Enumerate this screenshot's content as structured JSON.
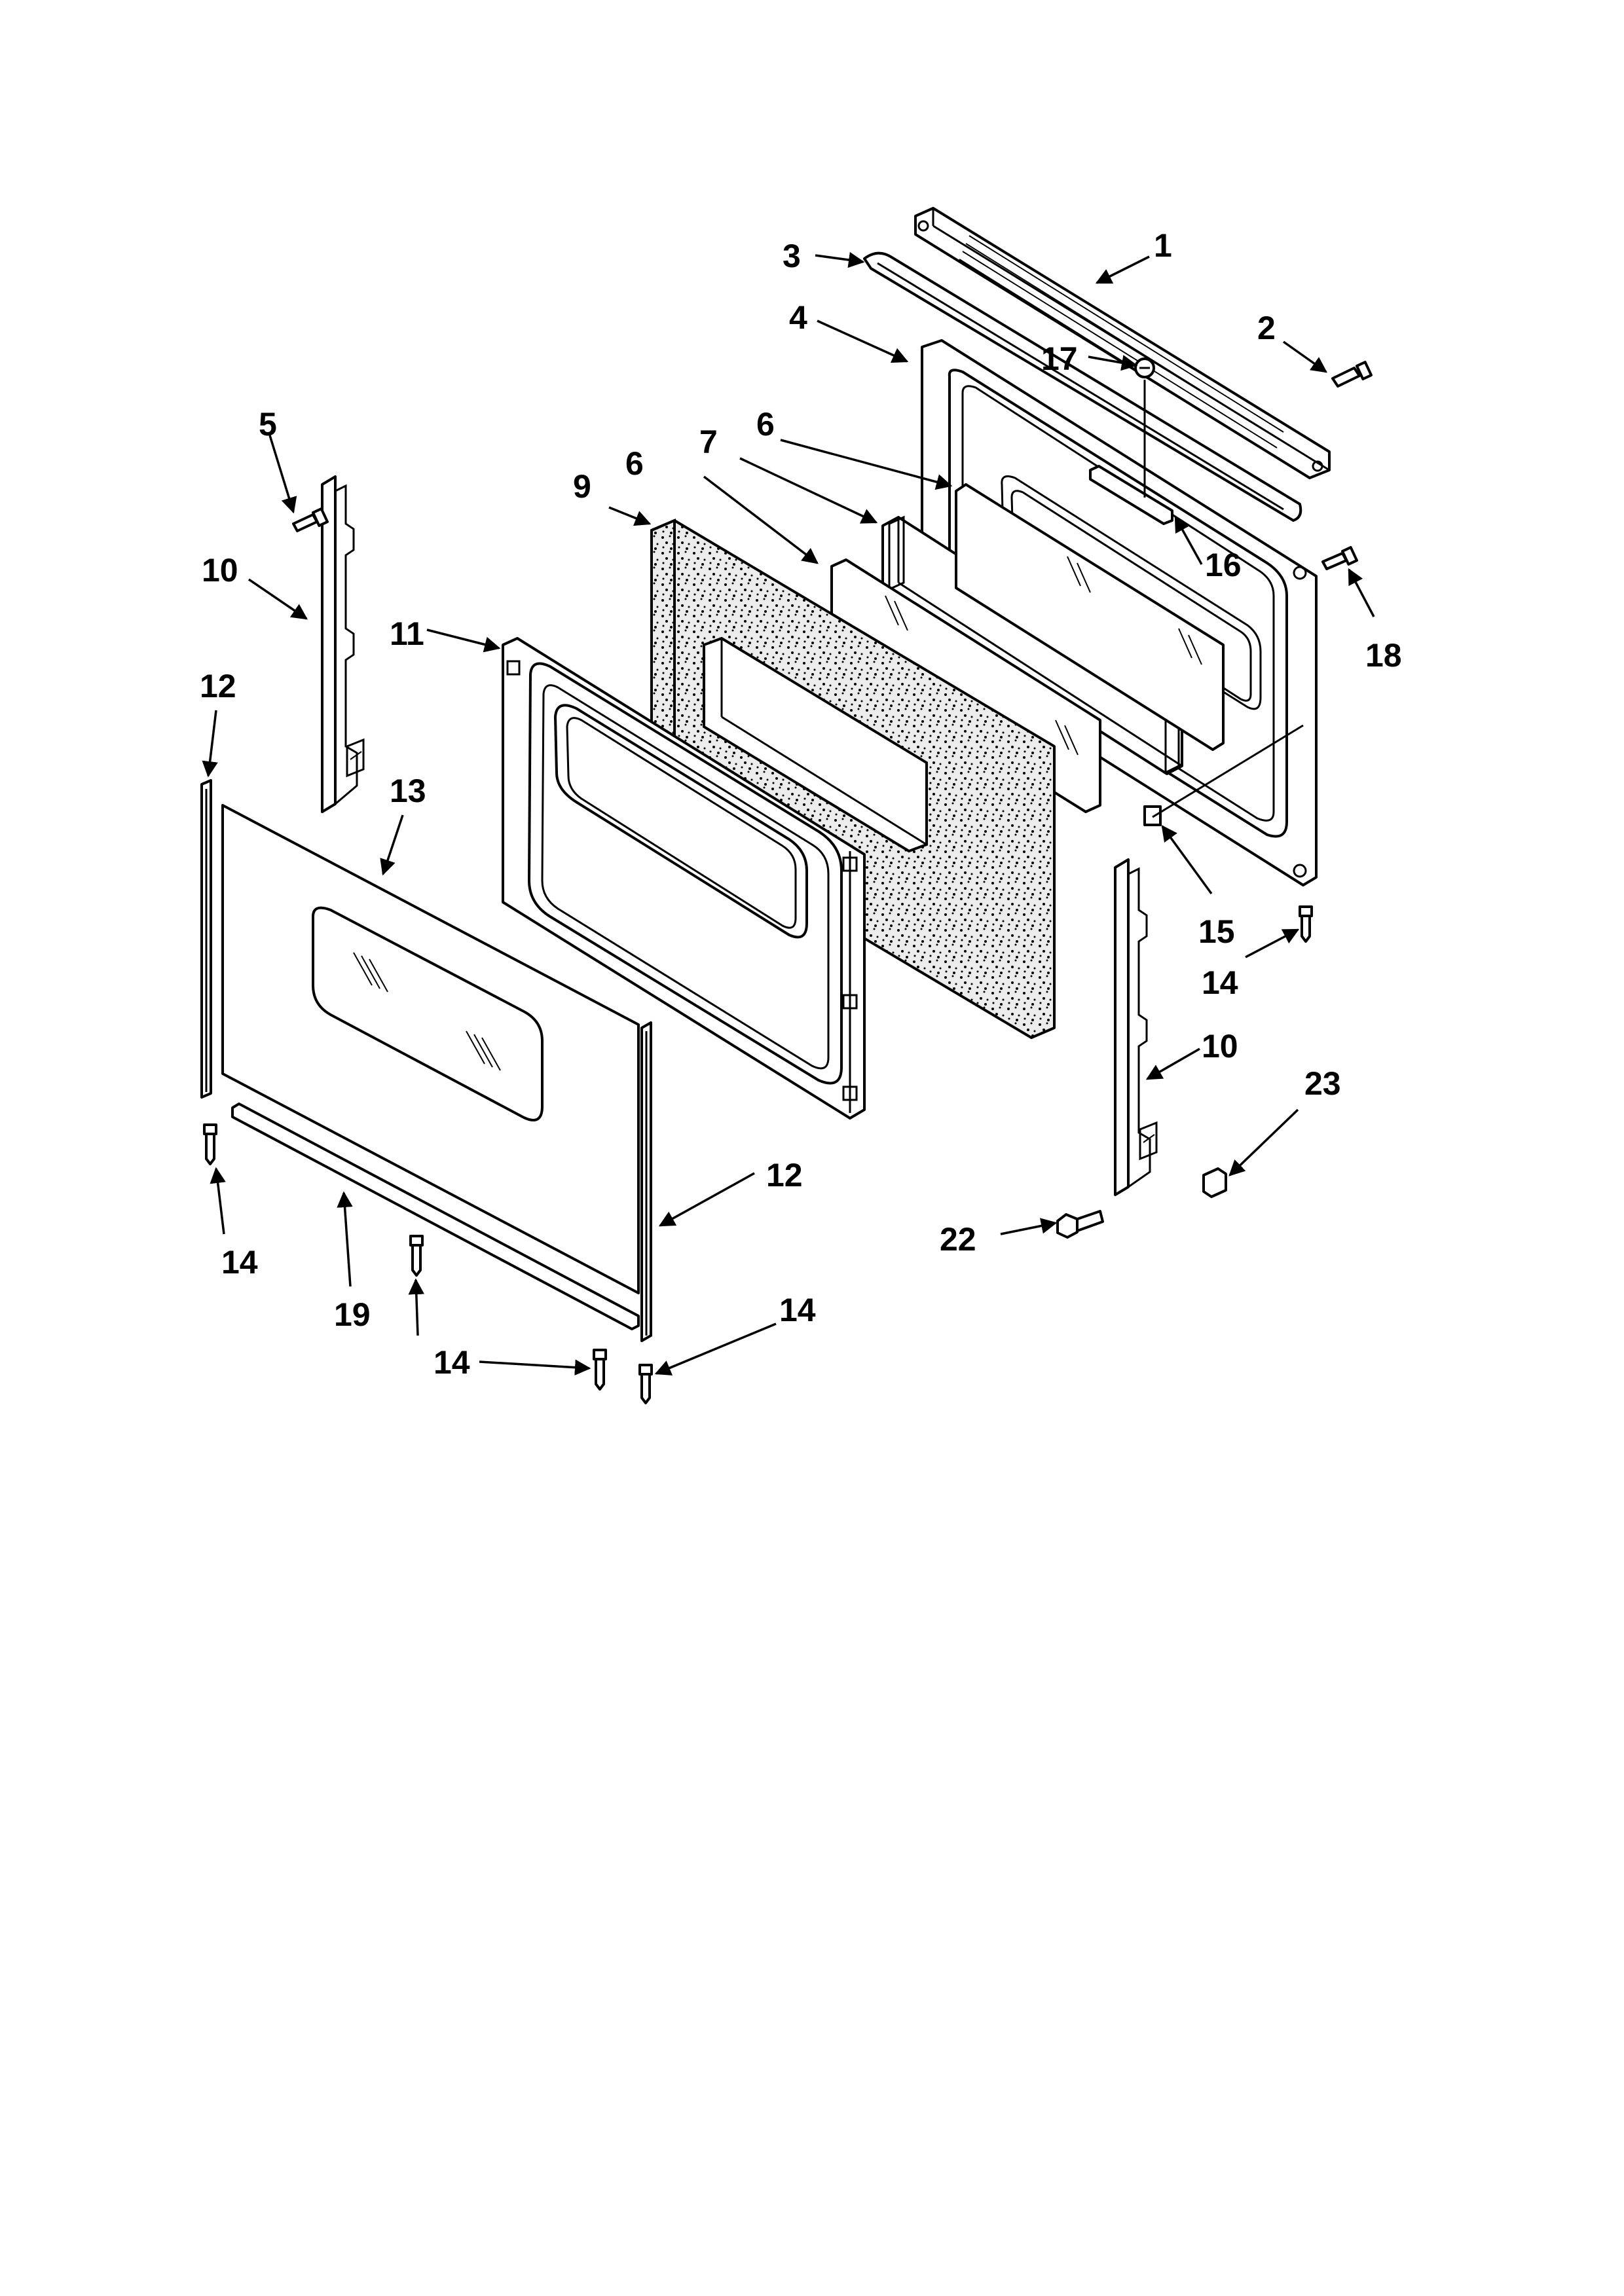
{
  "diagram": {
    "callouts": [
      "1",
      "2",
      "3",
      "4",
      "5",
      "6",
      "7",
      "9",
      "10",
      "11",
      "12",
      "13",
      "14",
      "15",
      "16",
      "17",
      "18",
      "19",
      "22",
      "23"
    ]
  },
  "colors": {
    "ink": "#000000",
    "paper": "#ffffff",
    "insulation": "#e6e6e6"
  }
}
